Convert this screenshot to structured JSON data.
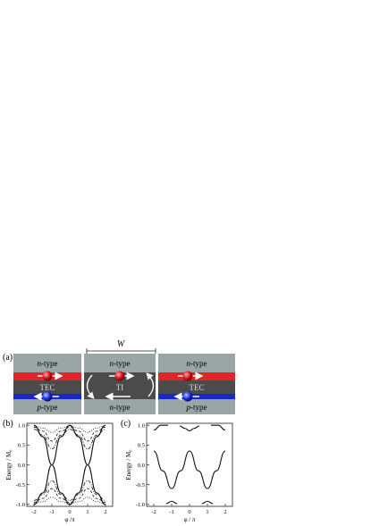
{
  "panel_labels": {
    "a": "(a)",
    "b": "(b)",
    "c": "(c)"
  },
  "diagram": {
    "width_label": "W",
    "regions": [
      {
        "top": "n-type",
        "center": "TEC",
        "bottom": "p-type",
        "italic_letter": true
      },
      {
        "top": "n-type",
        "center": "TI",
        "bottom": "n-type",
        "italic_letter": true
      },
      {
        "top": "n-type",
        "center": "TEC",
        "bottom": "p-type",
        "italic_letter": true
      }
    ],
    "colors": {
      "gray": "#9aa6a6",
      "dark": "#4b4b4b",
      "red": "#e8222a",
      "blue": "#1a27c8",
      "white": "#ffffff"
    }
  },
  "plot_b": {
    "ylabel": "Energy / M₀",
    "xlabel": "φ /π",
    "xticks": [
      "-2",
      "-1",
      "0",
      "1",
      "2"
    ],
    "yticks": [
      "1.0",
      "0.5",
      "0.0",
      "-0.5",
      "-1.0"
    ]
  },
  "plot_c": {
    "ylabel": "Energy / M₀",
    "xlabel": "φ / π",
    "xticks": [
      "-2",
      "-1",
      "0",
      "1",
      "2"
    ],
    "yticks": [
      "1.0",
      "0.5",
      "0.0",
      "-0.5",
      "-1.0"
    ]
  },
  "chart_data": [
    {
      "type": "line",
      "panel": "b",
      "xlabel": "φ /π",
      "ylabel": "Energy / M₀",
      "xlim": [
        -2.4,
        2.4
      ],
      "ylim": [
        -1.05,
        1.05
      ],
      "series": [
        {
          "style": "solid",
          "x": [
            -2,
            -1.5,
            -1,
            -0.5,
            0,
            0.5,
            1,
            1.5,
            2
          ],
          "y": [
            -1,
            -0.71,
            0,
            0.71,
            1,
            0.71,
            0,
            -0.71,
            -1
          ]
        },
        {
          "style": "solid",
          "x": [
            -2,
            -1.5,
            -1,
            -0.5,
            0,
            0.5,
            1,
            1.5,
            2
          ],
          "y": [
            1,
            0.71,
            0,
            -0.71,
            -1,
            -0.71,
            0,
            0.71,
            1
          ]
        },
        {
          "style": "dashed",
          "x": [
            -2,
            -1.5,
            -1,
            -0.5,
            0,
            0.5,
            1,
            1.5,
            2
          ],
          "y": [
            0.95,
            0.85,
            0.6,
            0.85,
            0.95,
            0.85,
            0.6,
            0.85,
            0.95
          ]
        },
        {
          "style": "dashed",
          "x": [
            -2,
            -1.5,
            -1,
            -0.5,
            0,
            0.5,
            1,
            1.5,
            2
          ],
          "y": [
            -0.95,
            -0.85,
            -0.6,
            -0.85,
            -0.95,
            -0.85,
            -0.6,
            -0.85,
            -0.95
          ]
        },
        {
          "style": "dotted",
          "x": [
            -2,
            -1.5,
            -1,
            -0.5,
            0,
            0.5,
            1,
            1.5,
            2
          ],
          "y": [
            0.98,
            0.93,
            0.82,
            0.93,
            0.98,
            0.93,
            0.82,
            0.93,
            0.98
          ]
        },
        {
          "style": "dotted",
          "x": [
            -2,
            -1.5,
            -1,
            -0.5,
            0,
            0.5,
            1,
            1.5,
            2
          ],
          "y": [
            -0.98,
            -0.93,
            -0.82,
            -0.93,
            -0.98,
            -0.93,
            -0.82,
            -0.93,
            -0.98
          ]
        },
        {
          "style": "dashdot",
          "x": [
            -2,
            -1.5,
            -1,
            -0.5,
            0,
            0.5,
            1,
            1.5,
            2
          ],
          "y": [
            0.9,
            0.75,
            0.4,
            0.75,
            0.9,
            0.75,
            0.4,
            0.75,
            0.9
          ]
        },
        {
          "style": "dashdot",
          "x": [
            -2,
            -1.5,
            -1,
            -0.5,
            0,
            0.5,
            1,
            1.5,
            2
          ],
          "y": [
            -0.9,
            -0.75,
            -0.4,
            -0.75,
            -0.9,
            -0.75,
            -0.4,
            -0.75,
            -0.9
          ]
        }
      ]
    },
    {
      "type": "line",
      "panel": "c",
      "xlabel": "φ / π",
      "ylabel": "Energy / M₀",
      "xlim": [
        -2.4,
        2.4
      ],
      "ylim": [
        -1.05,
        1.05
      ],
      "series": [
        {
          "style": "solid",
          "x": [
            -2,
            -1.5,
            -1,
            -0.5,
            0,
            0.5,
            1,
            1.5,
            2
          ],
          "y": [
            0.35,
            -0.15,
            -0.6,
            -0.15,
            0.35,
            -0.15,
            -0.6,
            -0.15,
            0.35
          ]
        },
        {
          "style": "solid",
          "x": [
            -2,
            -1.6,
            -1.2
          ],
          "y": [
            0.88,
            1.0,
            1.0
          ]
        },
        {
          "style": "solid",
          "x": [
            -0.55,
            -0.25,
            0,
            0.25,
            0.55
          ],
          "y": [
            0.98,
            0.92,
            0.86,
            0.92,
            0.98
          ]
        },
        {
          "style": "solid",
          "x": [
            1.2,
            1.6,
            2
          ],
          "y": [
            1.0,
            1.0,
            0.88
          ]
        },
        {
          "style": "solid",
          "x": [
            -1.3,
            -1,
            -0.7
          ],
          "y": [
            -0.98,
            -0.92,
            -0.98
          ]
        },
        {
          "style": "solid",
          "x": [
            0.7,
            1,
            1.3
          ],
          "y": [
            -0.98,
            -0.92,
            -0.98
          ]
        }
      ]
    }
  ]
}
